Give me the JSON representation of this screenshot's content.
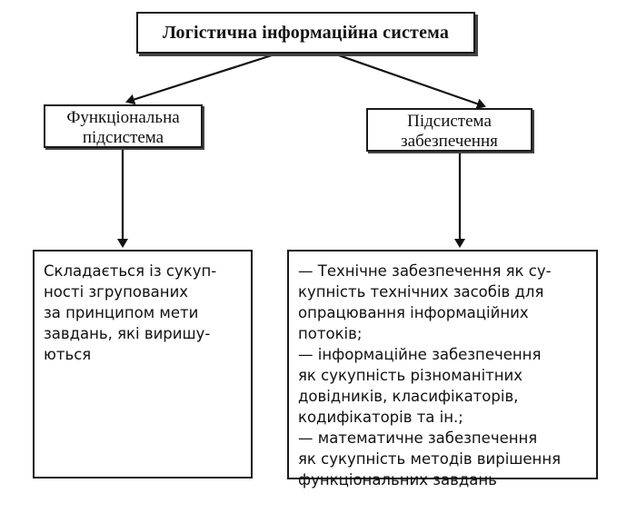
{
  "root": {
    "title": "Логістична інформаційна система"
  },
  "left_node": {
    "lines": [
      "Функціональна",
      "підсистема"
    ]
  },
  "right_node": {
    "lines": [
      "Підсистема",
      "забезпечення"
    ]
  },
  "left_description": {
    "lines": [
      "Складається із сукуп-",
      "ності згрупованих",
      "за принципом мети",
      "завдань, які виришу-",
      "ються"
    ]
  },
  "right_description": {
    "lines": [
      "— Технічне забезпечення як су-",
      "купність технічних засобів для",
      "опрацювання інформаційних",
      "потоків;",
      "—  інформаційне забезпечення",
      "як сукупність різноманітних",
      "довідників, класифікаторів,",
      "кодифікаторів та ін.;",
      "— математичне забезпечення",
      "як сукупність методів вирішення",
      "функціональних завдань"
    ]
  }
}
